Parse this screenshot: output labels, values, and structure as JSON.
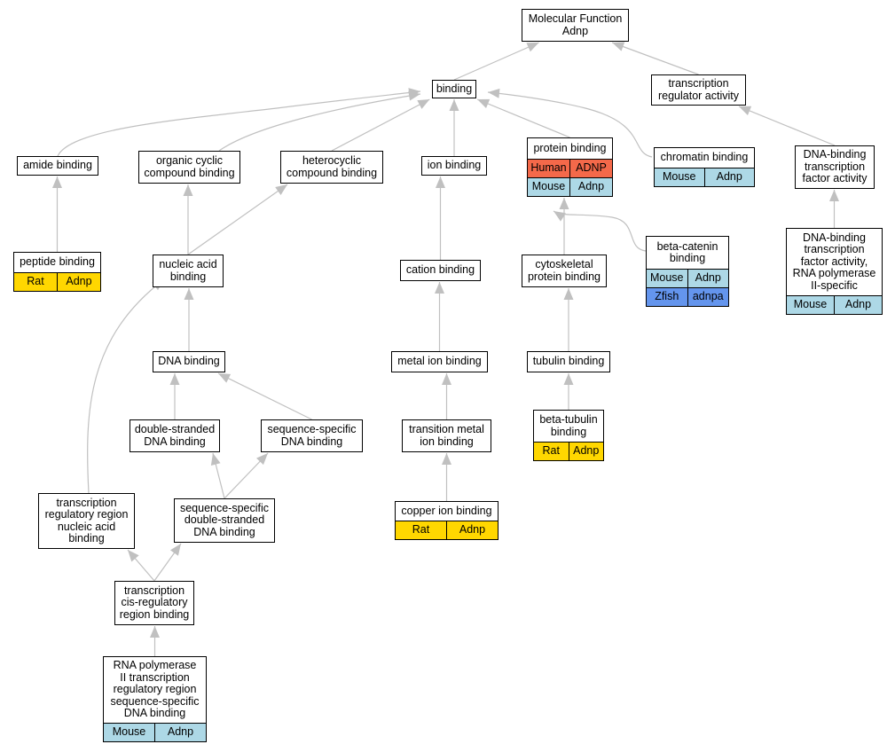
{
  "colors": {
    "edge": "#c0c0c0",
    "human": "#f4694a",
    "mouse": "#add8e6",
    "rat": "#ffd700",
    "zfish": "#6495ed"
  },
  "nodes": {
    "mf": {
      "label": "Molecular Function\nAdnp"
    },
    "tra": {
      "label": "transcription\nregulator activity"
    },
    "binding": {
      "label": "binding"
    },
    "amide": {
      "label": "amide binding"
    },
    "organic": {
      "label": "organic cyclic\ncompound binding"
    },
    "hetero": {
      "label": "heterocyclic\ncompound binding"
    },
    "ion": {
      "label": "ion binding"
    },
    "protein": {
      "label": "protein binding",
      "rows": [
        {
          "species": "Human",
          "gene": "ADNP",
          "color": "human"
        },
        {
          "species": "Mouse",
          "gene": "Adnp",
          "color": "mouse"
        }
      ]
    },
    "chromatin": {
      "label": "chromatin binding",
      "rows": [
        {
          "species": "Mouse",
          "gene": "Adnp",
          "color": "mouse"
        }
      ]
    },
    "dbtfa": {
      "label": "DNA-binding\ntranscription\nfactor activity"
    },
    "peptide": {
      "label": "peptide binding",
      "rows": [
        {
          "species": "Rat",
          "gene": "Adnp",
          "color": "rat"
        }
      ]
    },
    "nucleic": {
      "label": "nucleic acid\nbinding"
    },
    "cation": {
      "label": "cation binding"
    },
    "cytoskel": {
      "label": "cytoskeletal\nprotein binding"
    },
    "betacat": {
      "label": "beta-catenin\nbinding",
      "rows": [
        {
          "species": "Mouse",
          "gene": "Adnp",
          "color": "mouse"
        },
        {
          "species": "Zfish",
          "gene": "adnpa",
          "color": "zfish"
        }
      ]
    },
    "dbtfarp": {
      "label": "DNA-binding\ntranscription\nfactor activity,\nRNA polymerase\nII-specific",
      "rows": [
        {
          "species": "Mouse",
          "gene": "Adnp",
          "color": "mouse"
        }
      ]
    },
    "dna": {
      "label": "DNA binding"
    },
    "metal": {
      "label": "metal ion binding"
    },
    "tubulin": {
      "label": "tubulin binding"
    },
    "ds": {
      "label": "double-stranded\nDNA binding"
    },
    "ss": {
      "label": "sequence-specific\nDNA binding"
    },
    "tm": {
      "label": "transition metal\nion binding"
    },
    "betatub": {
      "label": "beta-tubulin\nbinding",
      "rows": [
        {
          "species": "Rat",
          "gene": "Adnp",
          "color": "rat"
        }
      ]
    },
    "trrna": {
      "label": "transcription\nregulatory region\nnucleic acid\nbinding"
    },
    "ssds": {
      "label": "sequence-specific\ndouble-stranded\nDNA binding"
    },
    "copper": {
      "label": "copper ion binding",
      "rows": [
        {
          "species": "Rat",
          "gene": "Adnp",
          "color": "rat"
        }
      ]
    },
    "tcis": {
      "label": "transcription\ncis-regulatory\nregion binding"
    },
    "rnap": {
      "label": "RNA polymerase\nII transcription\nregulatory region\nsequence-specific\nDNA binding",
      "rows": [
        {
          "species": "Mouse",
          "gene": "Adnp",
          "color": "mouse"
        }
      ]
    }
  },
  "edges": [
    [
      "binding",
      "mf"
    ],
    [
      "tra",
      "mf"
    ],
    [
      "dbtfa",
      "tra"
    ],
    [
      "amide",
      "binding"
    ],
    [
      "organic",
      "binding"
    ],
    [
      "hetero",
      "binding"
    ],
    [
      "ion",
      "binding"
    ],
    [
      "protein",
      "binding"
    ],
    [
      "chromatin",
      "binding"
    ],
    [
      "peptide",
      "amide"
    ],
    [
      "nucleic",
      "organic"
    ],
    [
      "nucleic",
      "hetero"
    ],
    [
      "cation",
      "ion"
    ],
    [
      "cytoskel",
      "protein"
    ],
    [
      "betacat",
      "protein"
    ],
    [
      "dbtfarp",
      "dbtfa"
    ],
    [
      "dna",
      "nucleic"
    ],
    [
      "trrna",
      "nucleic"
    ],
    [
      "metal",
      "cation"
    ],
    [
      "tubulin",
      "cytoskel"
    ],
    [
      "ds",
      "dna"
    ],
    [
      "ss",
      "dna"
    ],
    [
      "tm",
      "metal"
    ],
    [
      "betatub",
      "tubulin"
    ],
    [
      "ssds",
      "ds"
    ],
    [
      "ssds",
      "ss"
    ],
    [
      "copper",
      "tm"
    ],
    [
      "tcis",
      "trrna"
    ],
    [
      "tcis",
      "ssds"
    ],
    [
      "rnap",
      "tcis"
    ]
  ]
}
